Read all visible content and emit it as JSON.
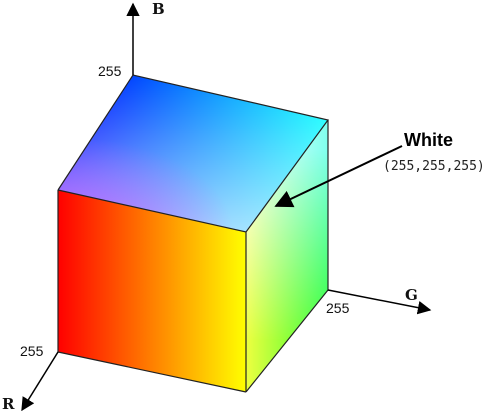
{
  "axes": {
    "b": {
      "label": "B",
      "max_tick": "255"
    },
    "g": {
      "label": "G",
      "max_tick": "255"
    },
    "r": {
      "label": "R",
      "max_tick": "255"
    }
  },
  "callout": {
    "title": "White",
    "value": "(255,255,255)"
  },
  "colors": {
    "black": "#000000",
    "red": "#ff0000",
    "green": "#00ff00",
    "blue": "#0000ff",
    "yellow": "#ffff00",
    "cyan": "#00ffff",
    "magenta": "#ff00ff",
    "white": "#ffffff",
    "edge": "#222222",
    "axis": "#000000"
  }
}
